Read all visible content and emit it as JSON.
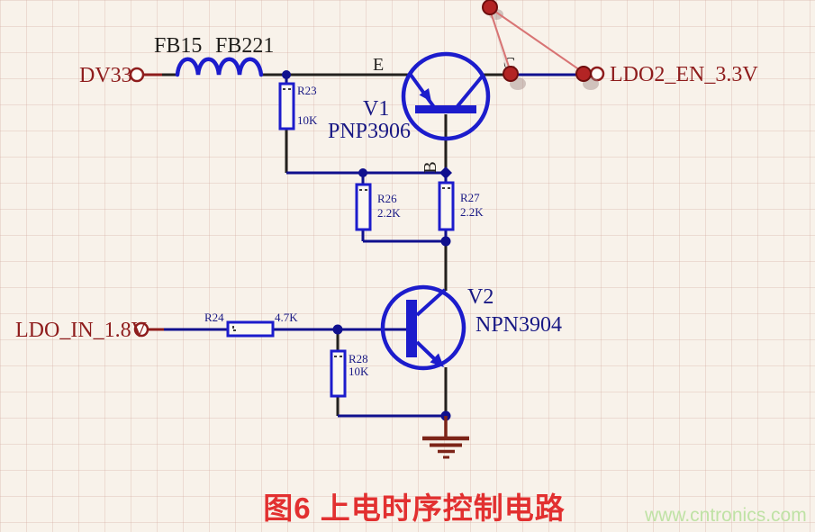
{
  "figure": {
    "caption": "图6 上电时序控制电路",
    "watermark": "www.cntronics.com"
  },
  "nets": {
    "dv33": "DV33",
    "ldo2_en": "LDO2_EN_3.3V",
    "ldo_in": "LDO_IN_1.8V"
  },
  "ferrite_beads": {
    "fb15": "FB15",
    "fb221": "FB221"
  },
  "transistors": {
    "v1": {
      "designator": "V1",
      "part": "PNP3906",
      "pins": {
        "e": "E",
        "b": "B",
        "c": "C"
      }
    },
    "v2": {
      "designator": "V2",
      "part": "NPN3904"
    }
  },
  "resistors": {
    "r23": {
      "designator": "R23",
      "value": "10K"
    },
    "r24": {
      "designator": "R24",
      "value": "4.7K"
    },
    "r26": {
      "designator": "R26",
      "value": "2.2K"
    },
    "r27": {
      "designator": "R27",
      "value": "2.2K"
    },
    "r28": {
      "designator": "R28",
      "value": "10K"
    }
  },
  "colors": {
    "wire_blue": "#10108e",
    "wire_black": "#23211e",
    "component_blue": "#1c1ccc",
    "net_label_red": "#8e1c1c",
    "component_text_blue": "#181884",
    "caption_red": "#e23030",
    "watermark_green": "#bfe2a5",
    "annotation_red": "#b32424",
    "ground_red": "#7c2418",
    "background": "#f8f2ea",
    "grid_line": "#ecdbd3"
  }
}
